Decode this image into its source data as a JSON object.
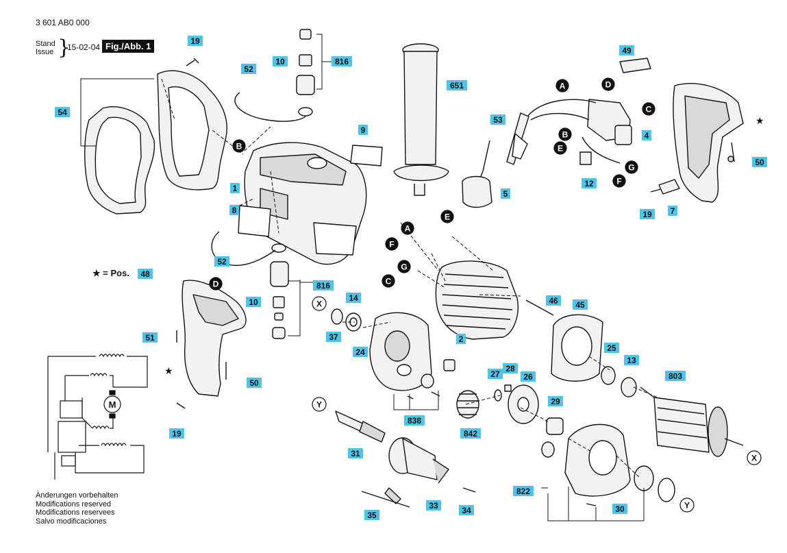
{
  "header": {
    "part_number": "3 601 AB0 000",
    "stand_label": "Stand",
    "issue_label": "Issue",
    "date": "15-02-04",
    "figure": "Fig./Abb. 1"
  },
  "legend": {
    "star_text": "★ = Pos.",
    "star_ref": "48"
  },
  "notes": [
    "Änderungen vorbehalten",
    "Modifications reserved",
    "Modifications reservees",
    "Salvo modificaciones"
  ],
  "colors": {
    "label_fill": "#4fc3e8",
    "ink": "#111111",
    "paper": "#ffffff",
    "part_fill": "#f2f2f2",
    "part_shade": "#d9d9d9"
  },
  "part_labels": [
    {
      "id": "19a",
      "text": "19"
    },
    {
      "id": "52a",
      "text": "52"
    },
    {
      "id": "10a",
      "text": "10"
    },
    {
      "id": "816a",
      "text": "816"
    },
    {
      "id": "651",
      "text": "651"
    },
    {
      "id": "49",
      "text": "49"
    },
    {
      "id": "54",
      "text": "54"
    },
    {
      "id": "9",
      "text": "9"
    },
    {
      "id": "53",
      "text": "53"
    },
    {
      "id": "4",
      "text": "4"
    },
    {
      "id": "1",
      "text": "1"
    },
    {
      "id": "12",
      "text": "12"
    },
    {
      "id": "5",
      "text": "5"
    },
    {
      "id": "50a",
      "text": "50"
    },
    {
      "id": "8",
      "text": "8"
    },
    {
      "id": "7",
      "text": "7"
    },
    {
      "id": "19b",
      "text": "19"
    },
    {
      "id": "52b",
      "text": "52"
    },
    {
      "id": "48",
      "text": "48"
    },
    {
      "id": "816b",
      "text": "816"
    },
    {
      "id": "10b",
      "text": "10"
    },
    {
      "id": "14",
      "text": "14"
    },
    {
      "id": "46",
      "text": "46"
    },
    {
      "id": "45",
      "text": "45"
    },
    {
      "id": "51",
      "text": "51"
    },
    {
      "id": "37",
      "text": "37"
    },
    {
      "id": "2",
      "text": "2"
    },
    {
      "id": "24",
      "text": "24"
    },
    {
      "id": "25",
      "text": "25"
    },
    {
      "id": "13",
      "text": "13"
    },
    {
      "id": "27",
      "text": "27"
    },
    {
      "id": "28",
      "text": "28"
    },
    {
      "id": "26",
      "text": "26"
    },
    {
      "id": "803",
      "text": "803"
    },
    {
      "id": "50b",
      "text": "50"
    },
    {
      "id": "838",
      "text": "838"
    },
    {
      "id": "29",
      "text": "29"
    },
    {
      "id": "842",
      "text": "842"
    },
    {
      "id": "19c",
      "text": "19"
    },
    {
      "id": "31",
      "text": "31"
    },
    {
      "id": "822",
      "text": "822"
    },
    {
      "id": "30",
      "text": "30"
    },
    {
      "id": "33",
      "text": "33"
    },
    {
      "id": "34",
      "text": "34"
    },
    {
      "id": "35",
      "text": "35"
    }
  ],
  "connector_markers": [
    {
      "id": "A1",
      "text": "A"
    },
    {
      "id": "D1",
      "text": "D"
    },
    {
      "id": "C1",
      "text": "C"
    },
    {
      "id": "B1",
      "text": "B"
    },
    {
      "id": "E1",
      "text": "E"
    },
    {
      "id": "G1",
      "text": "G"
    },
    {
      "id": "F1",
      "text": "F"
    },
    {
      "id": "B2",
      "text": "B"
    },
    {
      "id": "E2",
      "text": "E"
    },
    {
      "id": "A2",
      "text": "A"
    },
    {
      "id": "F2",
      "text": "F"
    },
    {
      "id": "G2",
      "text": "G"
    },
    {
      "id": "C2",
      "text": "C"
    },
    {
      "id": "D2",
      "text": "D"
    }
  ],
  "axis_markers": [
    {
      "id": "X1",
      "text": "X"
    },
    {
      "id": "X2",
      "text": "X"
    },
    {
      "id": "Y1",
      "text": "Y"
    },
    {
      "id": "Y2",
      "text": "Y"
    }
  ],
  "misc_marks": {
    "star": "★",
    "motor": "M"
  }
}
